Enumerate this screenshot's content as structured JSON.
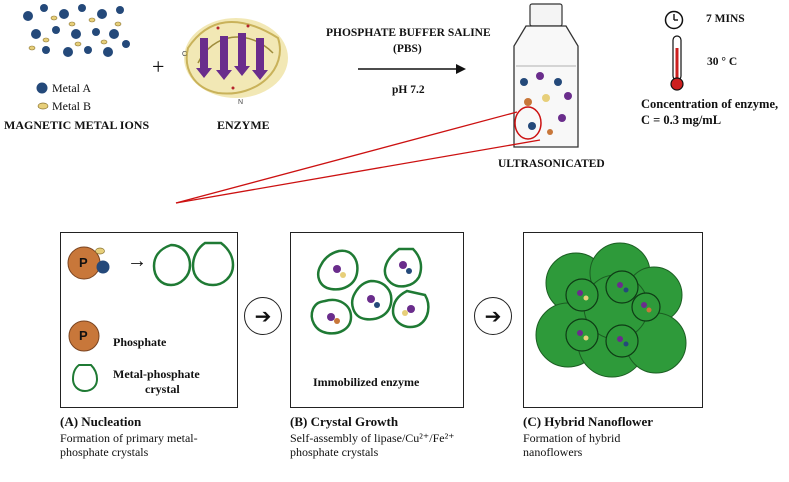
{
  "top": {
    "legend": {
      "metal_a": "Metal A",
      "metal_b": "Metal B",
      "group_label": "MAGNETIC METAL IONS"
    },
    "plus": "+",
    "enzyme_label": "ENZYME",
    "buffer": {
      "line1": "PHOSPHATE BUFFER SALINE",
      "line2": "(PBS)",
      "ph": "pH 7.2"
    },
    "bottle_label": "ULTRASONICATED",
    "time": "7 MINS",
    "temperature": "30 ° C",
    "concentration_line1": "Concentration of enzyme,",
    "concentration_line2": "C = 0.3 mg/mL"
  },
  "panels": {
    "a": {
      "phosphate_letter": "P",
      "legend_p_letter": "P",
      "legend_phosphate": "Phosphate",
      "legend_crystal_line1": "Metal-phosphate",
      "legend_crystal_line2": "crystal",
      "arrow": "→"
    },
    "b": {
      "label": "Immobilized enzyme"
    },
    "c": {}
  },
  "step_arrows": [
    "➔",
    "➔"
  ],
  "captions": [
    {
      "title": "(A) Nucleation",
      "desc": "Formation of primary metal-phosphate crystals"
    },
    {
      "title": "(B) Crystal Growth",
      "desc": "Self-assembly of lipase/Cu²⁺/Fe²⁺ phosphate crystals"
    },
    {
      "title": "(C) Hybrid Nanoflower",
      "desc": "Formation of hybrid nanoflowers"
    }
  ],
  "colors": {
    "metal_a": "#24497a",
    "metal_b": "#e7cf7a",
    "phosphate": "#c8773a",
    "crystal_stroke": "#1f7a34",
    "nanoflower": "#2e9a3a",
    "zoom_line": "#cc1111",
    "enzyme_purple": "#6a2d8c"
  }
}
